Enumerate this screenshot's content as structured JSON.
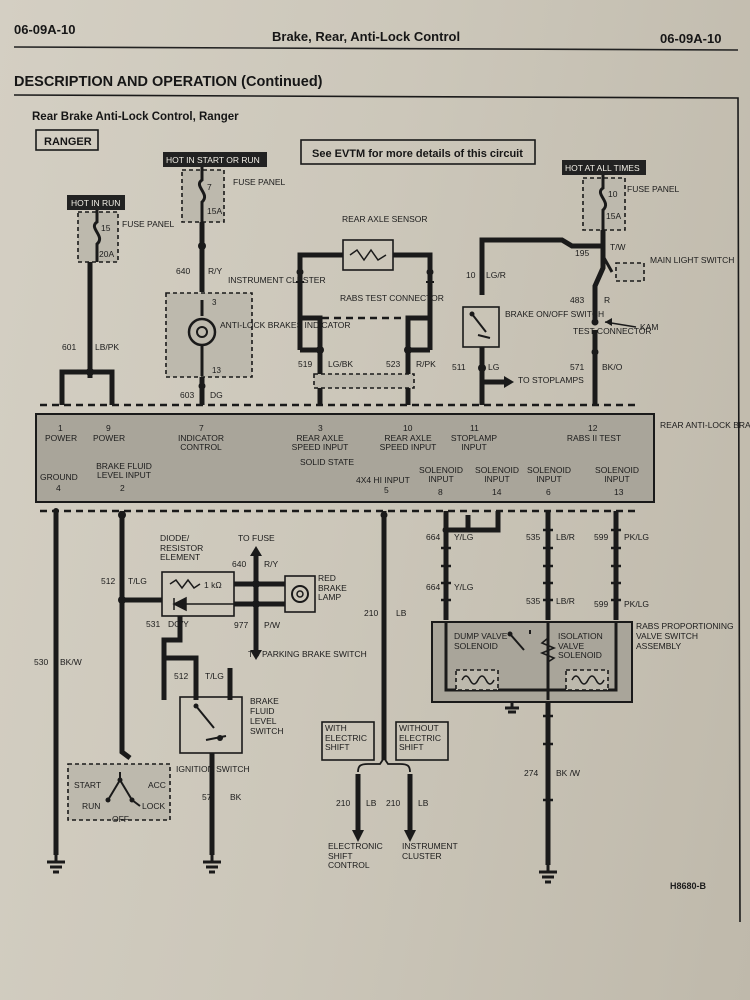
{
  "header": {
    "page_left": "06-09A-10",
    "title": "Brake, Rear, Anti-Lock Control",
    "page_right": "06-09A-10"
  },
  "section_title": "DESCRIPTION AND OPERATION (Continued)",
  "diagram": {
    "title": "Rear Brake Anti-Lock Control, Ranger",
    "model_badge": "RANGER",
    "evtm_note": "See EVTM for more details of this circuit",
    "figure_id": "H8680-B",
    "tags": {
      "hot_in_run": "HOT IN RUN",
      "hot_start_run": "HOT IN START OR RUN",
      "hot_all_times": "HOT AT ALL TIMES"
    },
    "fuses": [
      {
        "num": "15",
        "rating": "20A",
        "label": "FUSE PANEL"
      },
      {
        "num": "7",
        "rating": "15A",
        "label": "FUSE PANEL"
      },
      {
        "num": "10",
        "rating": "15A",
        "label": "FUSE PANEL"
      }
    ],
    "wires": {
      "w601": {
        "num": "601",
        "color": "LB/PK"
      },
      "w640": {
        "num": "640",
        "color": "R/Y"
      },
      "w603": {
        "num": "603",
        "color": "DG"
      },
      "w519": {
        "num": "519",
        "color": "LG/BK"
      },
      "w523": {
        "num": "523",
        "color": "R/PK"
      },
      "w10": {
        "num": "10",
        "color": "LG/R"
      },
      "w195": {
        "num": "195",
        "color": "T/W"
      },
      "w483": {
        "num": "483",
        "color": "R"
      },
      "w511": {
        "num": "511",
        "color": "LG"
      },
      "w571": {
        "num": "571",
        "color": "BK/O"
      },
      "w512": {
        "num": "512",
        "color": "T/LG"
      },
      "w530": {
        "num": "530",
        "color": "BK/W"
      },
      "w640b": {
        "num": "640",
        "color": "R/Y"
      },
      "w531": {
        "num": "531",
        "color": "DG/Y"
      },
      "w977": {
        "num": "977",
        "color": "P/W"
      },
      "w512b": {
        "num": "512",
        "color": "T/LG"
      },
      "w57": {
        "num": "57",
        "color": "BK"
      },
      "w210": {
        "num": "210",
        "color": "LB"
      },
      "w664a": {
        "num": "664",
        "color": "Y/LG"
      },
      "w664b": {
        "num": "664",
        "color": "Y/LG"
      },
      "w535a": {
        "num": "535",
        "color": "LB/R"
      },
      "w535b": {
        "num": "535",
        "color": "LB/R"
      },
      "w599a": {
        "num": "599",
        "color": "PK/LG"
      },
      "w599b": {
        "num": "599",
        "color": "PK/LG"
      },
      "w274": {
        "num": "274",
        "color": "BK /W"
      },
      "w210a": {
        "num": "210",
        "color": "LB"
      },
      "w210b": {
        "num": "210",
        "color": "LB"
      }
    },
    "components": {
      "instrument_cluster": "INSTRUMENT CLUSTER",
      "abs_indicator": "ANTI-LOCK BRAKES INDICATOR",
      "rear_axle_sensor": "REAR AXLE SENSOR",
      "rabs_test_conn": "RABS TEST CONNECTOR",
      "brake_switch": "BRAKE ON/OFF SWITCH",
      "main_light_switch": "MAIN LIGHT SWITCH",
      "test_connector": "TEST CONNECTOR",
      "kam": "KAM",
      "to_stoplamps": "TO STOPLAMPS",
      "module": "REAR ANTI-LOCK BRAKE (RABS) MODULE",
      "diode_resistor": "DIODE/ RESISTOR ELEMENT",
      "resistor_value": "1 kΩ",
      "to_fuse": "TO FUSE",
      "red_brake_lamp": "RED BRAKE LAMP",
      "to_parking": "TO PARKING BRAKE SWITCH",
      "fluid_switch": "BRAKE FLUID LEVEL SWITCH",
      "ignition_switch": "IGNITION SWITCH",
      "ign_start": "START",
      "ign_run": "RUN",
      "ign_off": "OFF",
      "ign_acc": "ACC",
      "ign_lock": "LOCK",
      "with_shift": "WITH ELECTRIC SHIFT",
      "without_shift": "WITHOUT ELECTRIC SHIFT",
      "elec_shift_ctrl": "ELECTRONIC SHIFT CONTROL",
      "inst_cluster2": "INSTRUMENT CLUSTER",
      "dump_valve": "DUMP VALVE SOLENOID",
      "isolation_valve": "ISOLATION VALVE SOLENOID",
      "valve_assembly": "RABS PROPORTIONING VALVE SWITCH ASSEMBLY",
      "solid_state": "SOLID STATE"
    },
    "pins_top": [
      {
        "num": "1",
        "name": "POWER"
      },
      {
        "num": "9",
        "name": "POWER"
      },
      {
        "num": "7",
        "name": "INDICATOR CONTROL"
      },
      {
        "num": "3",
        "name": "REAR AXLE SPEED INPUT"
      },
      {
        "num": "10",
        "name": "REAR AXLE SPEED INPUT"
      },
      {
        "num": "11",
        "name": "STOPLAMP INPUT"
      },
      {
        "num": "12",
        "name": "RABS II TEST"
      }
    ],
    "pins_bottom": [
      {
        "num": "4",
        "name": "GROUND"
      },
      {
        "num": "2",
        "name": "BRAKE FLUID LEVEL INPUT"
      },
      {
        "num": "5",
        "name": "4X4 HI INPUT"
      },
      {
        "num": "8",
        "name": "SOLENOID INPUT"
      },
      {
        "num": "14",
        "name": "SOLENOID INPUT"
      },
      {
        "num": "6",
        "name": "SOLENOID INPUT"
      },
      {
        "num": "13",
        "name": "SOLENOID INPUT"
      }
    ],
    "cluster_pins": {
      "top": "3",
      "bottom": "13"
    }
  }
}
